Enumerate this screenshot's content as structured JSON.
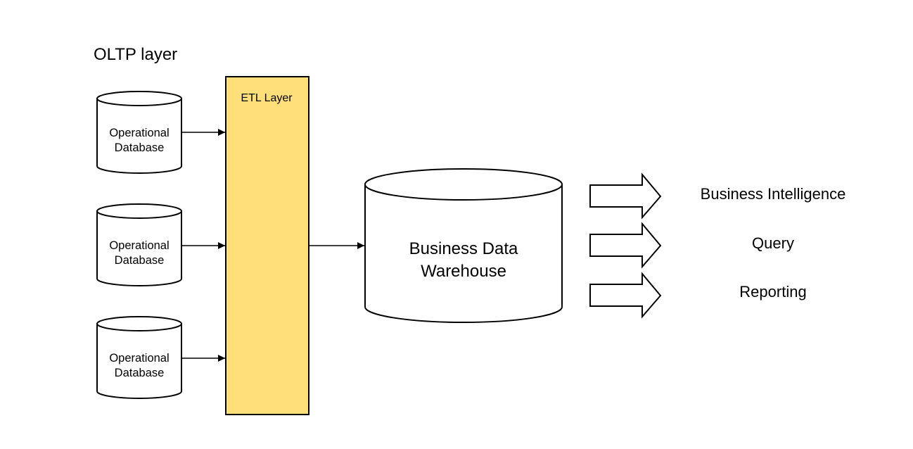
{
  "diagram": {
    "layer_title": "OLTP layer",
    "etl": {
      "label": "ETL Layer",
      "fill": "#FFDF79"
    },
    "sources": [
      {
        "lines": [
          "Operational",
          "Database"
        ]
      },
      {
        "lines": [
          "Operational",
          "Database"
        ]
      },
      {
        "lines": [
          "Operational",
          "Database"
        ]
      }
    ],
    "warehouse": {
      "lines": [
        "Business Data",
        "Warehouse"
      ]
    },
    "outputs": [
      {
        "label": "Business Intelligence"
      },
      {
        "label": "Query"
      },
      {
        "label": "Reporting"
      }
    ]
  }
}
